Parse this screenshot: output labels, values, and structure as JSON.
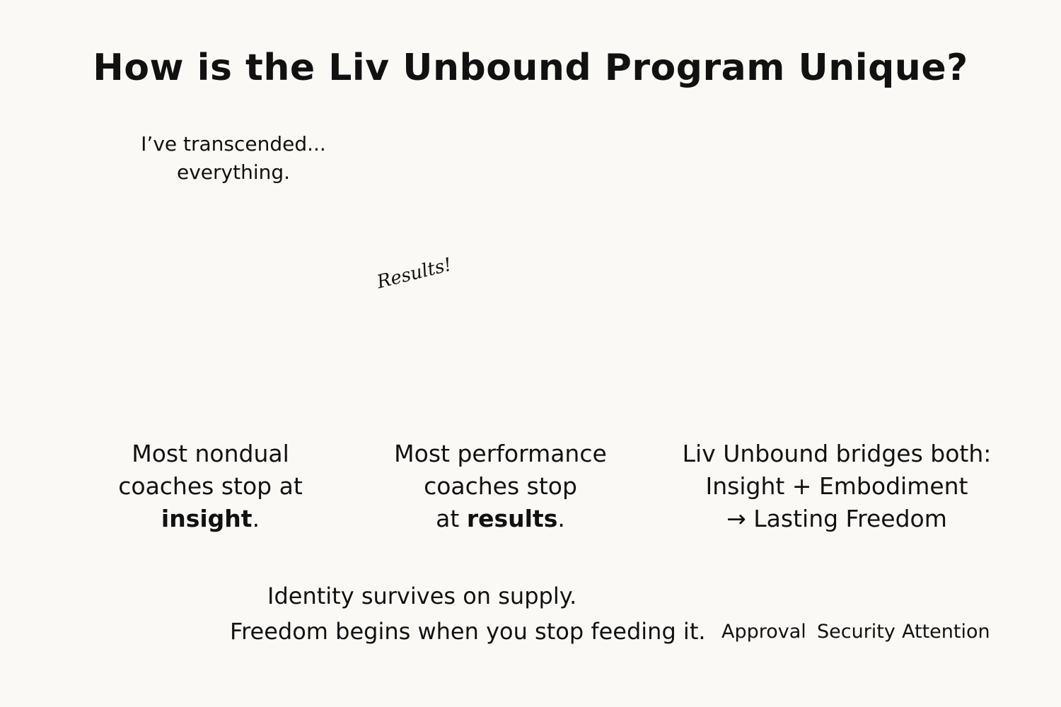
{
  "title": "How is the Liv Unbound Program Unique?",
  "panels": [
    {
      "speech_line1": "I’ve transcended...",
      "speech_line2": "everything.",
      "caption_line1": "Most nondual",
      "caption_line2": "coaches stop at",
      "caption_bold": "insight",
      "caption_end": "."
    },
    {
      "sign_text": "Results!",
      "caption_line1": "Most performance",
      "caption_line2": "coaches stop",
      "caption_pre": "at ",
      "caption_bold": "results",
      "caption_end": "."
    },
    {
      "caption_line1": "Liv Unbound bridges both:",
      "caption_line2": "Insight + Embodiment",
      "caption_line3": "→ Lasting Freedom"
    }
  ],
  "bottom": {
    "line1": "Identity survives on supply.",
    "line2": "Freedom begins when you stop feeding it."
  },
  "roots": [
    "Approval",
    "Security",
    "Attention"
  ],
  "colors": {
    "background": "#faf9f5",
    "bridge": "#6e8d89",
    "glow": "#d6a42c",
    "ink": "#111111"
  }
}
